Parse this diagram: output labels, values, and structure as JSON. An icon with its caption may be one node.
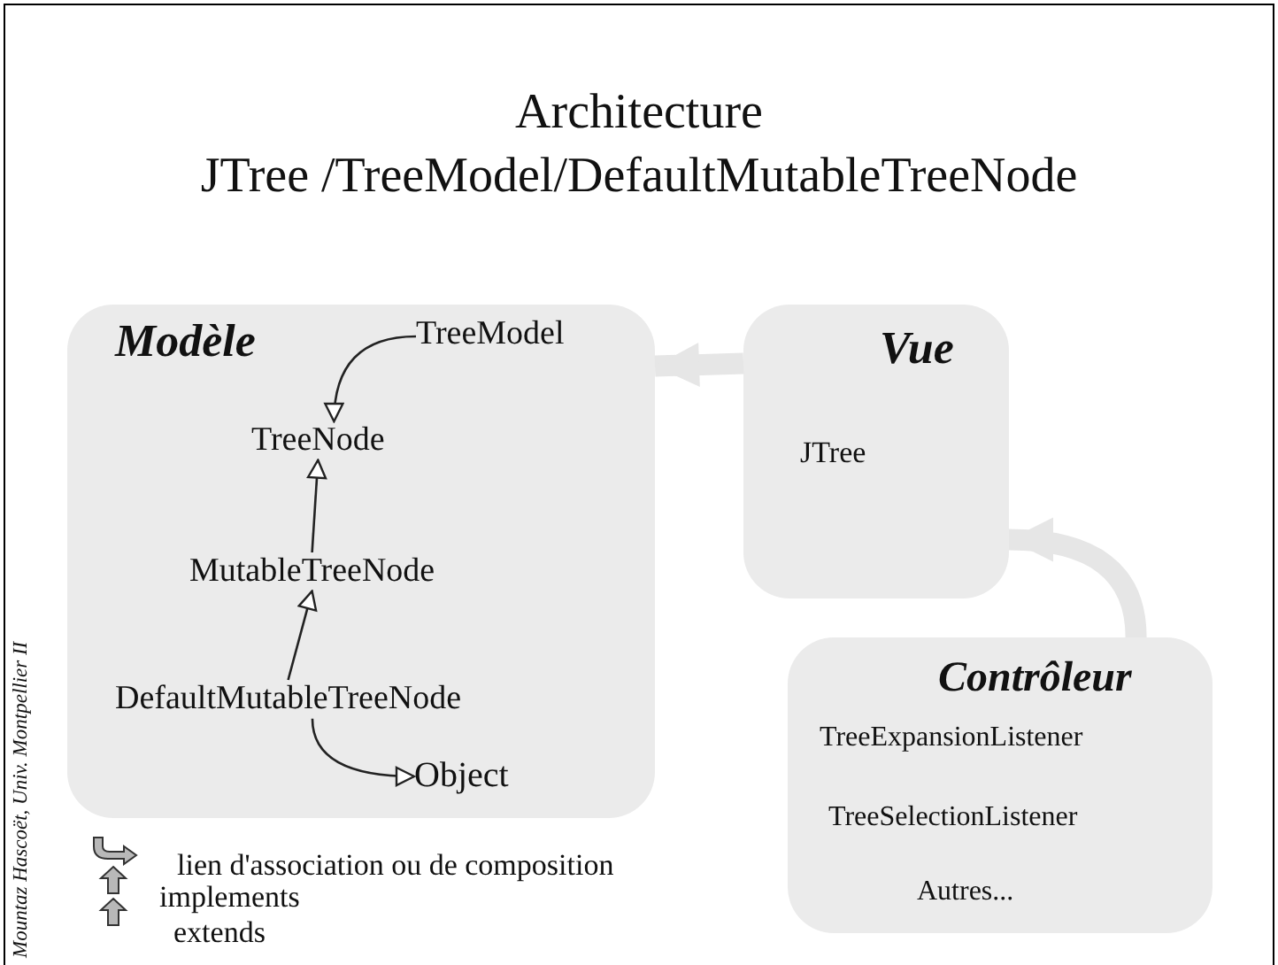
{
  "diagram": {
    "title": "Architecture JTree /TreeModel/DefaultMutableTreeNode",
    "nodes": [
      {
        "text": [
          "Modèle"
        ]
      },
      {
        "text": [
          "TreeModel"
        ],
        "in": 0
      },
      {
        "text": [
          "TreeNode"
        ],
        "in": 0
      },
      {
        "text": [
          "MutableTreeNode"
        ],
        "in": 0
      },
      {
        "text": [
          "DefaultMutableTreeNode"
        ],
        "in": 0
      },
      {
        "text": [
          "Object"
        ],
        "in": 0
      },
      {
        "text": [
          "Vue"
        ]
      },
      {
        "text": [
          "JTree"
        ],
        "in": 6
      },
      {
        "text": [
          "Contrôleur"
        ]
      },
      {
        "text": [
          "TreeExpansionListener"
        ],
        "in": 8
      },
      {
        "text": [
          "TreeSelectionListener"
        ],
        "in": 8
      },
      {
        "text": [
          "Autres..."
        ],
        "in": 8
      }
    ],
    "edges": [
      {
        "from": 1,
        "to": 2,
        "arrow": "to"
      },
      {
        "from": 3,
        "to": 2,
        "arrow": "to"
      },
      {
        "from": 4,
        "to": 3,
        "arrow": "to"
      },
      {
        "from": 4,
        "to": 5,
        "arrow": "to"
      },
      {
        "from": 6,
        "to": 0,
        "arrow": "to",
        "style": "thick",
        "color": "#e6e6e6"
      },
      {
        "from": 8,
        "to": 6,
        "arrow": "to",
        "style": "thick",
        "color": "#e6e6e6"
      }
    ],
    "labels": [
      "Mountaz Hascoët, Univ. Montpellier II"
    ],
    "legend": [
      {
        "text": "lien d'association ou de composition"
      },
      {
        "text": "implements"
      },
      {
        "text": "extends"
      }
    ]
  }
}
